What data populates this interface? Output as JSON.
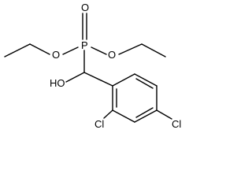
{
  "labels": {
    "phosphorus": "P",
    "phosphoryl_oxygen": "O",
    "ester_oxygen_left": "O",
    "ester_oxygen_right": "O",
    "hydroxyl": "HO",
    "chlorine_ortho": "Cl",
    "chlorine_para": "Cl"
  },
  "colors": {
    "background": "#ffffff",
    "bonds": "#000000",
    "labels": "#000000"
  }
}
